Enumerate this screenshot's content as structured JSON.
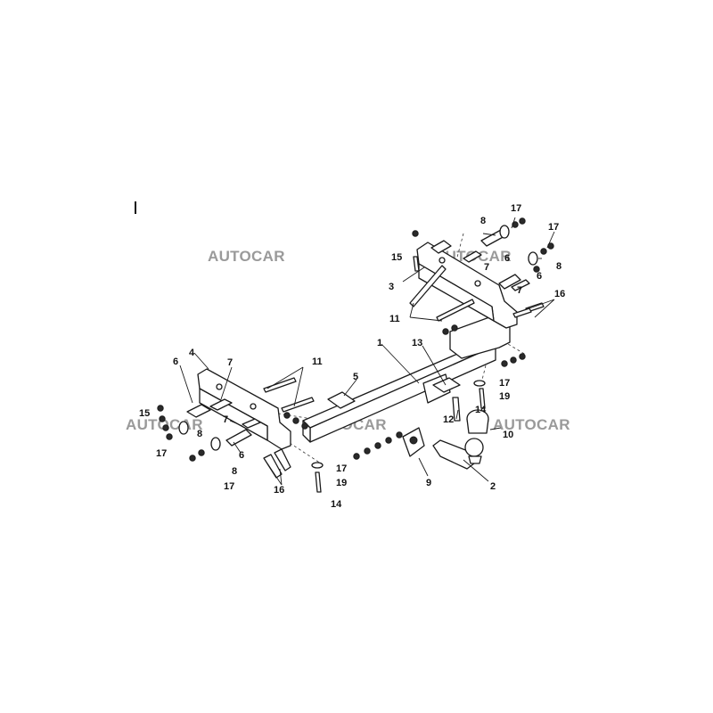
{
  "watermarks": [
    "AUTOCAR",
    "AUTOCAR",
    "AUTOCAR",
    "AUTOCAR",
    "AUTOCAR"
  ],
  "callouts": [
    "1",
    "2",
    "3",
    "4",
    "5",
    "6",
    "6",
    "6",
    "6",
    "7",
    "7",
    "7",
    "7",
    "8",
    "8",
    "8",
    "8",
    "9",
    "10",
    "11",
    "11",
    "12",
    "13",
    "14",
    "14",
    "15",
    "15",
    "16",
    "16",
    "17",
    "17",
    "17",
    "17",
    "17",
    "17",
    "19",
    "19"
  ]
}
